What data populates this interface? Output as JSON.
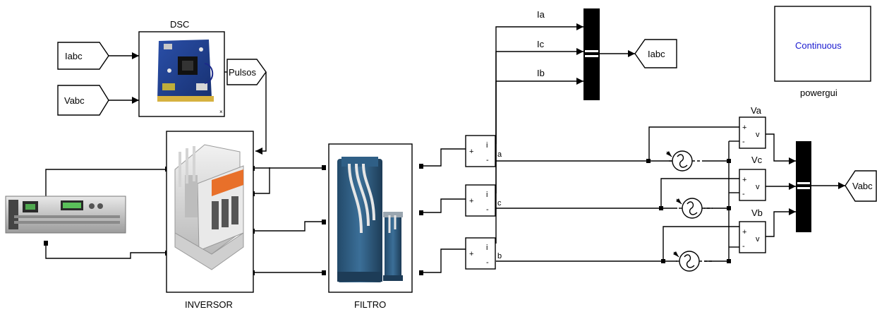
{
  "blocks": {
    "dsc": {
      "title": "DSC"
    },
    "inversor": {
      "title": "INVERSOR"
    },
    "filtro": {
      "title": "FILTRO"
    },
    "powergui": {
      "text": "Continuous",
      "title": "powergui"
    }
  },
  "goto_tags": {
    "iabc_out": "Iabc",
    "pulsos": "Pulsos",
    "vabc_out": "Vabc"
  },
  "from_tags": {
    "iabc_in": "Iabc",
    "vabc_in": "Vabc"
  },
  "current_labels": {
    "ia": "Ia",
    "ic": "Ic",
    "ib": "Ib"
  },
  "voltage_labels": {
    "va": "Va",
    "vc": "Vc",
    "vb": "Vb"
  },
  "meas": {
    "plus": "+",
    "minus": "-",
    "i": "i",
    "v": "v",
    "port_a": "a",
    "port_c": "c",
    "port_b": "b"
  },
  "colors": {
    "powergui_text": "#1a1ad0",
    "mux": "#000000",
    "inverter_orange": "#e8702a",
    "transformer_blue": "#2f5f86"
  }
}
